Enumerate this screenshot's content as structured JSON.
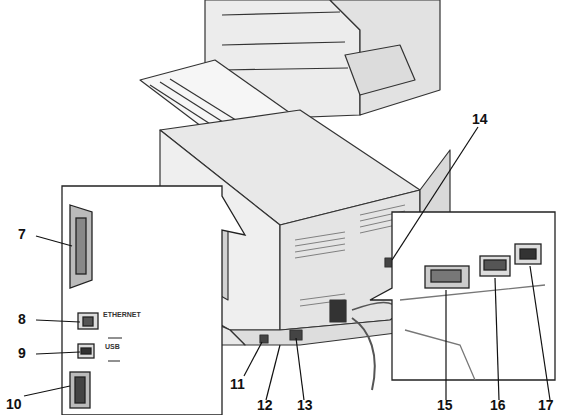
{
  "diagram": {
    "labels": [
      "7",
      "8",
      "9",
      "10",
      "11",
      "12",
      "13",
      "14",
      "15",
      "16",
      "17",
      "ETHERNET",
      "USB"
    ]
  }
}
